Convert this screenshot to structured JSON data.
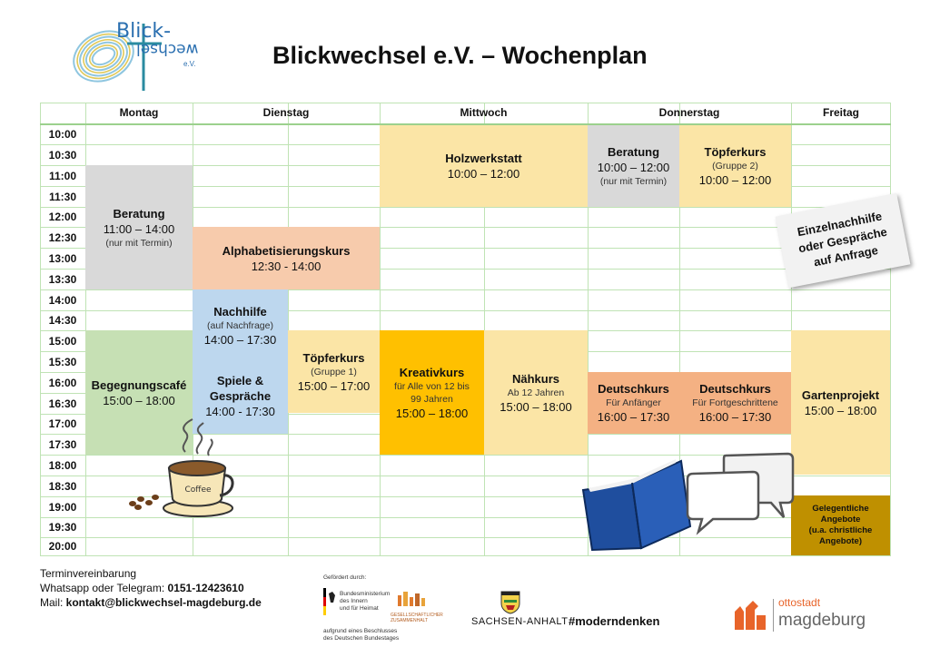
{
  "header": {
    "title": "Blickwechsel e.V. – Wochenplan",
    "logo_text": {
      "top": "Blick-",
      "bottom": "wechsel",
      "suffix": "e.V."
    }
  },
  "days": [
    "Montag",
    "Dienstag",
    "Mittwoch",
    "Donnerstag",
    "Freitag"
  ],
  "times": [
    "10:00",
    "10:30",
    "11:00",
    "11:30",
    "12:00",
    "12:30",
    "13:00",
    "13:30",
    "14:00",
    "14:30",
    "15:00",
    "15:30",
    "16:00",
    "16:30",
    "17:00",
    "17:30",
    "18:00",
    "18:30",
    "19:00",
    "19:30",
    "20:00"
  ],
  "events": {
    "holzwerkstatt": {
      "title": "Holzwerkstatt",
      "time": "10:00 – 12:00"
    },
    "beratung_do": {
      "title": "Beratung",
      "time": "10:00 – 12:00",
      "note": "(nur mit Termin)"
    },
    "toepfer2": {
      "title": "Töpferkurs",
      "sub": "(Gruppe 2)",
      "time": "10:00 – 12:00"
    },
    "beratung_mo": {
      "title": "Beratung",
      "time": "11:00 – 14:00",
      "note": "(nur mit Termin)"
    },
    "alpha": {
      "title": "Alphabetisierungskurs",
      "time": "12:30 - 14:00"
    },
    "nachhilfe": {
      "title": "Nachhilfe",
      "sub": "(auf Nachfrage)",
      "time": "14:00 – 17:30",
      "title2": "Spiele &",
      "title3": "Gespräche",
      "time2": "14:00 - 17:30"
    },
    "begegnung": {
      "title": "Begegnungscafé",
      "time": "15:00 – 18:00"
    },
    "toepfer1": {
      "title": "Töpferkurs",
      "sub": "(Gruppe 1)",
      "time": "15:00 – 17:00"
    },
    "kreativ": {
      "title": "Kreativkurs",
      "sub1": "für Alle von 12 bis",
      "sub2": "99 Jahren",
      "time": "15:00 – 18:00"
    },
    "naeh": {
      "title": "Nähkurs",
      "sub": "Ab 12 Jahren",
      "time": "15:00 – 18:00"
    },
    "deutsch1": {
      "title": "Deutschkurs",
      "sub": "Für Anfänger",
      "time": "16:00 – 17:30"
    },
    "deutsch2": {
      "title": "Deutschkurs",
      "sub": "Für Fortgeschrittene",
      "time": "16:00 – 17:30"
    },
    "garten": {
      "title": "Gartenprojekt",
      "time": "15:00 – 18:00"
    },
    "gelegentlich": {
      "l1": "Gelegentliche",
      "l2": "Angebote",
      "l3": "(u.a. christliche",
      "l4": "Angebote)"
    }
  },
  "note": {
    "l1": "Einzelnachhilfe",
    "l2": "oder Gespräche",
    "l3": "auf Anfrage"
  },
  "decor": {
    "cup_label": "Coffee"
  },
  "footer": {
    "line1": "Terminvereinbarung",
    "line2_label": "Whatsapp oder Telegram: ",
    "phone": "0151-12423610",
    "line3_label": "Mail: ",
    "email": "kontakt@blickwechsel-magdeburg.de",
    "gefoerdert": "Gefördert durch:",
    "bmi1": "Bundesministerium",
    "bmi2": "des Innern",
    "bmi3": "und für Heimat",
    "beschluss1": "aufgrund eines Beschlusses",
    "beschluss2": "des Deutschen Bundestages",
    "gz1": "GESELLSCHAFTLICHER",
    "gz2": "ZUSAMMENHALT",
    "sachsen": "SACHSEN-ANHALT",
    "hashtag": "#moderndenken",
    "ottostadt": "ottostadt",
    "magdeburg": "magdeburg"
  },
  "colors": {
    "yellow": "#fbe5a6",
    "gray": "#d9d9d9",
    "peach": "#f7cbac",
    "blue": "#bdd7ee",
    "green": "#c6e0b4",
    "orange": "#ffc000",
    "salmon": "#f4b183",
    "gold": "#bf9000",
    "grid": "#bfe3b4"
  }
}
